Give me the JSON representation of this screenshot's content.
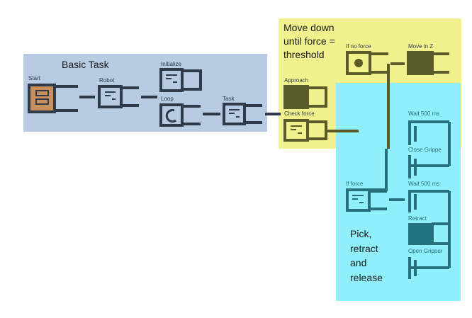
{
  "regions": {
    "basic_task": {
      "title": "Basic Task",
      "color": "#b7cbe3"
    },
    "move_down": {
      "title_lines": [
        "Move down",
        "until force =",
        "threshold"
      ],
      "color": "#f1f18e"
    },
    "pick": {
      "title_lines": [
        "Pick,",
        "retract",
        "and",
        "release"
      ],
      "color": "#8ff0fb"
    }
  },
  "nodes": {
    "start": "Start",
    "robot": "Robot",
    "initialize": "Initialize",
    "loop": "Loop",
    "task": "Task",
    "approach": "Approach",
    "check_force": "Check force",
    "if_no_force": "If no force",
    "move_in_z": "Move in Z",
    "if_force": "If force",
    "wait_500_1": "Wait 500 ms",
    "close_gripper": "Close Grippe",
    "wait_500_2": "Wait 500 ms",
    "retract": "Retract",
    "open_gripper": "Open Gripper"
  },
  "colors": {
    "dark": "#2f3a4a",
    "olive": "#5b5b2a",
    "teal": "#26707e",
    "start_fill": "#c98f5c"
  }
}
